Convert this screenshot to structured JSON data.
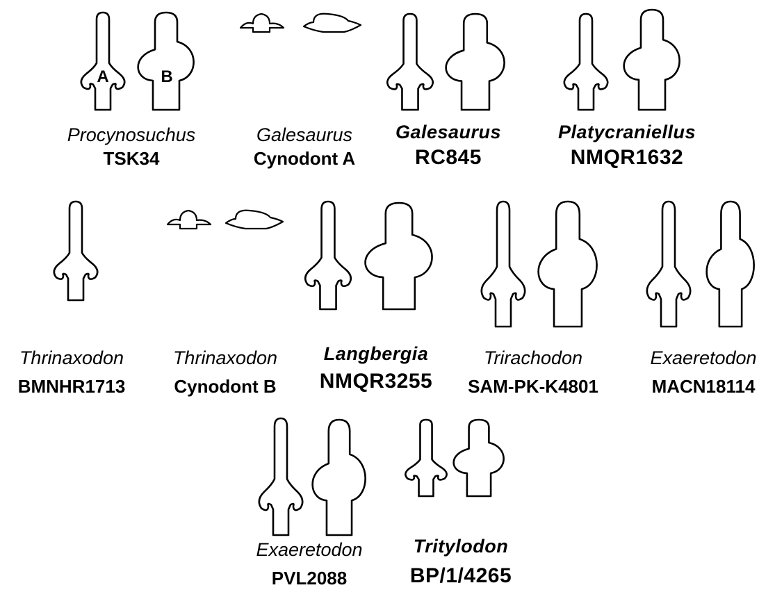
{
  "markers": {
    "a": "A",
    "b": "B"
  },
  "specimens": [
    {
      "genus": "Procynosuchus",
      "id": "TSK34",
      "bold": false
    },
    {
      "genus": "Galesaurus",
      "id": "Cynodont A",
      "bold": false
    },
    {
      "genus": "Galesaurus",
      "id": "RC845",
      "bold": true
    },
    {
      "genus": "Platycraniellus",
      "id": "NMQR1632",
      "bold": true
    },
    {
      "genus": "Thrinaxodon",
      "id": "BMNHR1713",
      "bold": false
    },
    {
      "genus": "Thrinaxodon",
      "id": "Cynodont B",
      "bold": false
    },
    {
      "genus": "Langbergia",
      "id": "NMQR3255",
      "bold": true
    },
    {
      "genus": "Trirachodon",
      "id": "SAM-PK-K4801",
      "bold": false
    },
    {
      "genus": "Exaeretodon",
      "id": "MACN18114",
      "bold": false
    },
    {
      "genus": "Exaeretodon",
      "id": "PVL2088",
      "bold": false
    },
    {
      "genus": "Tritylodon",
      "id": "BP/1/4265",
      "bold": true
    }
  ]
}
